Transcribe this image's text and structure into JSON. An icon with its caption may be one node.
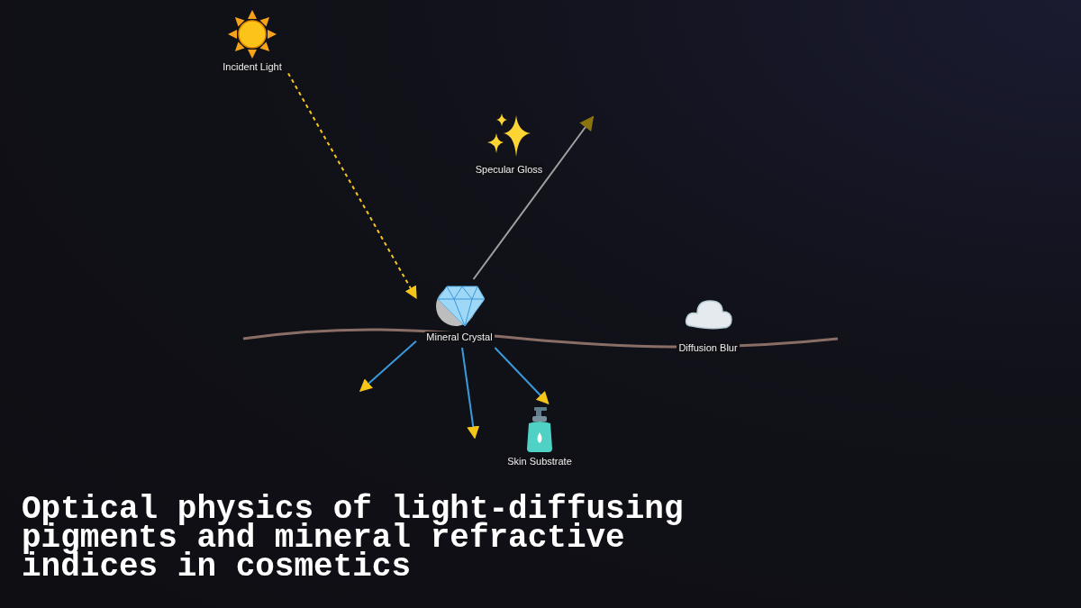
{
  "diagram": {
    "title": "Optical physics of light-diffusing pigments and mineral refractive indices in cosmetics",
    "nodes": [
      {
        "text": [
          "Incident Light"
        ]
      },
      {
        "text": [
          "Specular Gloss"
        ]
      },
      {
        "text": [
          "Mineral Crystal"
        ]
      },
      {
        "text": [
          "Diffusion Blur"
        ]
      },
      {
        "text": [
          "Skin Substrate"
        ]
      }
    ],
    "edges": [
      {
        "from": 0,
        "to": 2,
        "arrow": "to",
        "style": "dashed",
        "color": "#f5c518"
      },
      {
        "from": 2,
        "to": null,
        "arrow": "to",
        "color": "#a0a0a0"
      },
      {
        "from": 2,
        "to": null,
        "arrow": "to"
      },
      {
        "from": 2,
        "to": null,
        "arrow": "to"
      },
      {
        "from": 2,
        "to": 4,
        "arrow": "to"
      }
    ]
  }
}
